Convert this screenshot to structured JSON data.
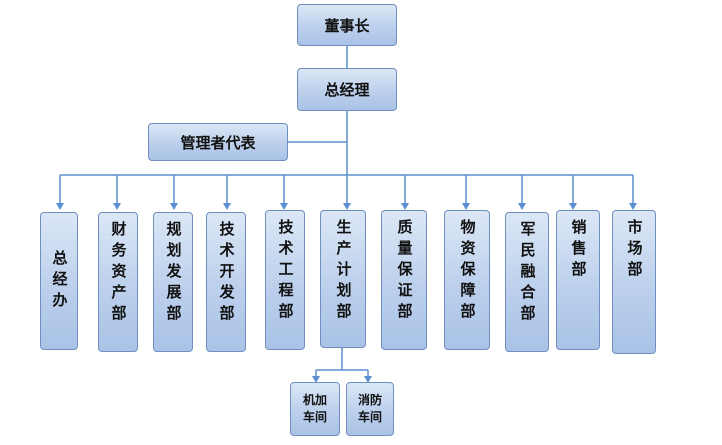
{
  "chairman": "董事长",
  "gm": "总经理",
  "rep": "管理者代表",
  "departments": [
    "总经办",
    "财务资产部",
    "规划发展部",
    "技术开发部",
    "技术工程部",
    "生产计划部",
    "质量保证部",
    "物资保障部",
    "军民融合部",
    "销售部",
    "市场部"
  ],
  "workshops": [
    "机加\n车间",
    "消防\n车间"
  ],
  "colors": {
    "line": "#5b8fd1",
    "box_border": "#6f8fc0",
    "box_fill_top": "#dbe7f6",
    "box_fill_bottom": "#a9c2e6"
  }
}
